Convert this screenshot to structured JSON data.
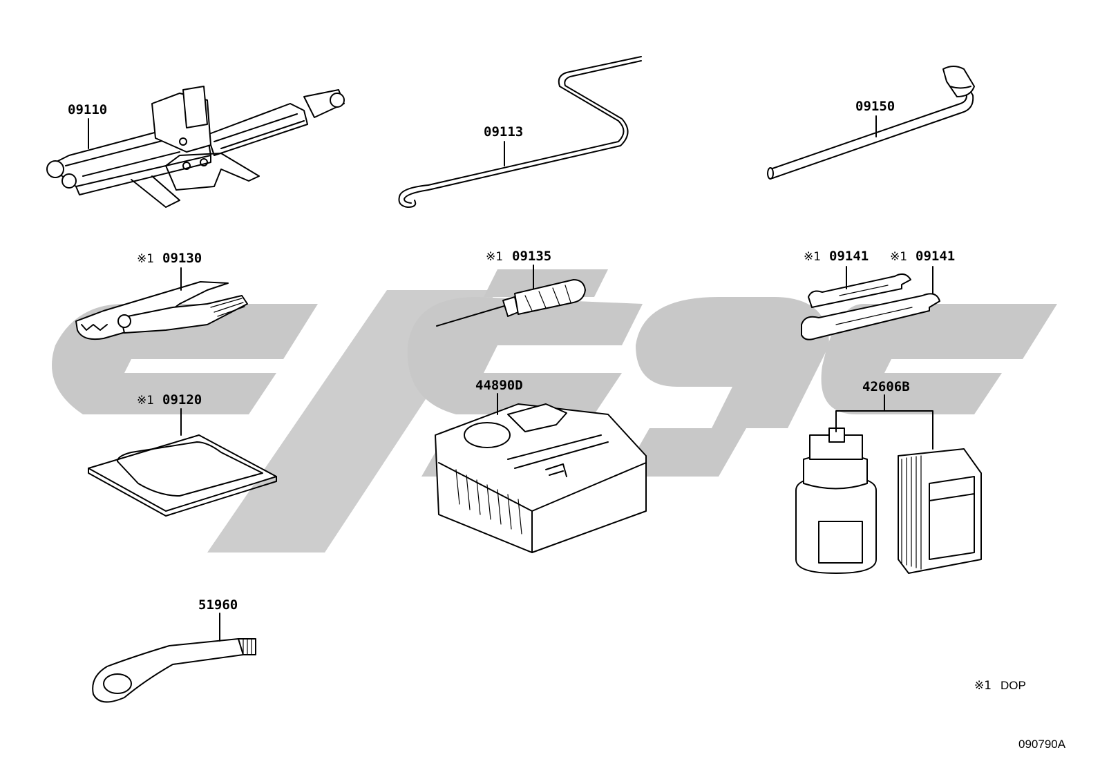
{
  "parts": {
    "p09110": "09110",
    "p09113": "09113",
    "p09150": "09150",
    "p09130": "09130",
    "p09135": "09135",
    "p09141a": "09141",
    "p09141b": "09141",
    "p09120": "09120",
    "p44890D": "44890D",
    "p42606B": "42606B",
    "p51960": "51960"
  },
  "note_mark": "※1",
  "legend": {
    "mark": "※1",
    "text": "DOP"
  },
  "drawing_id": "090790A",
  "colors": {
    "line": "#000000",
    "watermark": "#c8c8c8",
    "background": "#ffffff"
  }
}
